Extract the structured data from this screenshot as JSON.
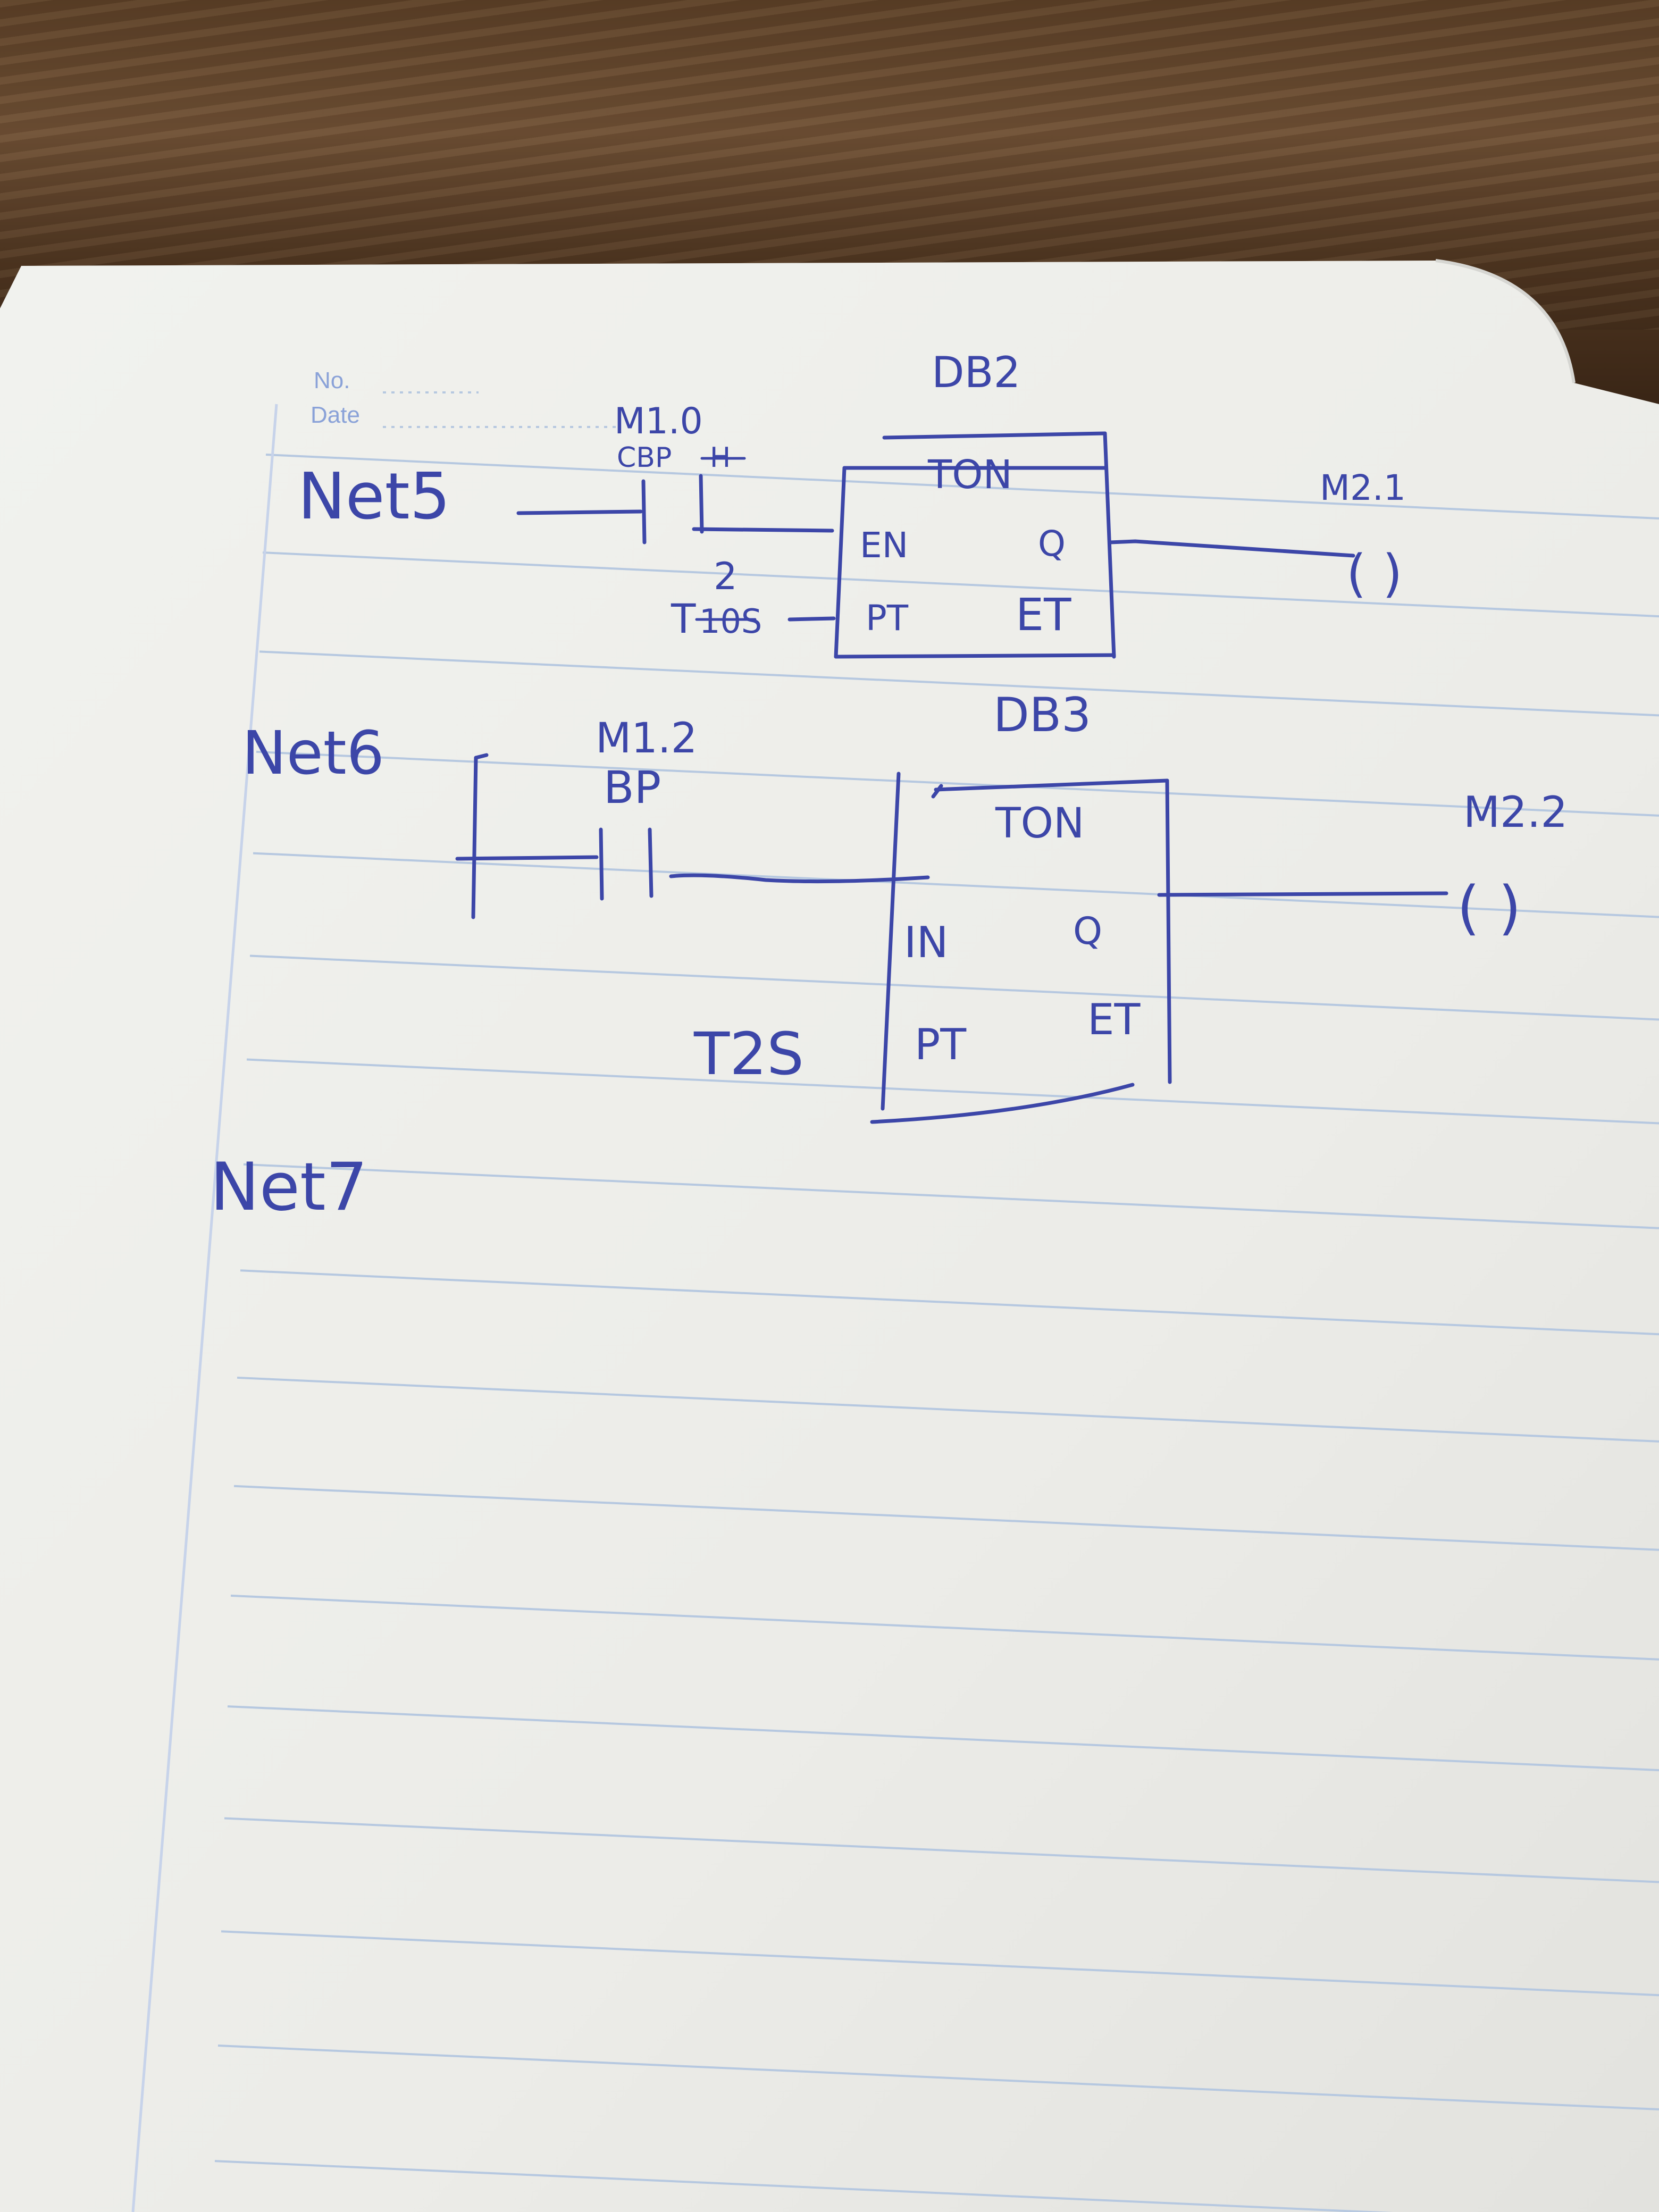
{
  "page": {
    "printed_fields": {
      "number_label": "No.",
      "date_label": "Date"
    },
    "colors": {
      "ink": "#3c46a8",
      "rule": "#b6c8e0",
      "margin": "#c7d3ea",
      "paper": "#f3f3ef",
      "table": "#4a3320"
    }
  },
  "diagram": {
    "networks": [
      {
        "label": "Net5",
        "timer": {
          "db": "DB2",
          "type": "TON",
          "inputs": [
            "EN",
            "PT"
          ],
          "outputs": [
            "Q",
            "ET"
          ]
        },
        "contact": {
          "address": "M1.0",
          "symbol": "CBP",
          "mark": "H"
        },
        "preset": {
          "text": "T",
          "struck": "10S",
          "correction": "2"
        },
        "coil": {
          "address": "M2.1",
          "glyph": "( )"
        }
      },
      {
        "label": "Net6",
        "timer": {
          "db": "DB3",
          "type": "TON",
          "inputs": [
            "IN",
            "PT"
          ],
          "outputs": [
            "Q",
            "ET"
          ]
        },
        "contact": {
          "address": "M1.2",
          "symbol": "BP"
        },
        "preset": {
          "text": "T2S"
        },
        "coil": {
          "address": "M2.2",
          "glyph": "( )"
        }
      },
      {
        "label": "Net7"
      }
    ]
  }
}
